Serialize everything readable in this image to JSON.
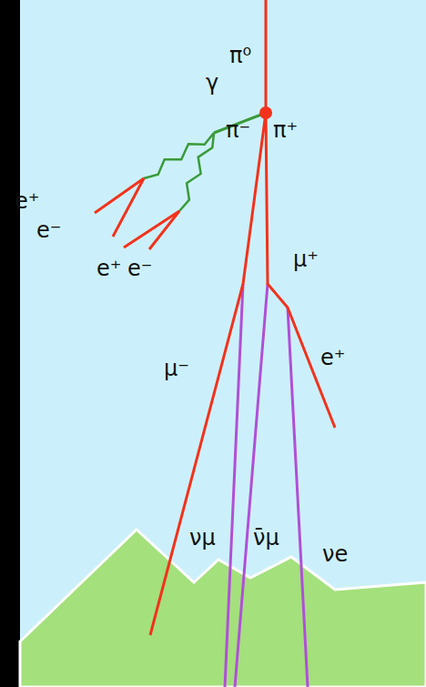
{
  "diagram": {
    "labels": [
      "π⁰",
      "γ",
      "π⁻",
      "π⁺",
      "e⁺",
      "e⁻",
      "μ⁺",
      "e⁺",
      "e⁻",
      "e⁺",
      "μ⁻",
      "νμ",
      "ν̄μ",
      "νe"
    ]
  }
}
